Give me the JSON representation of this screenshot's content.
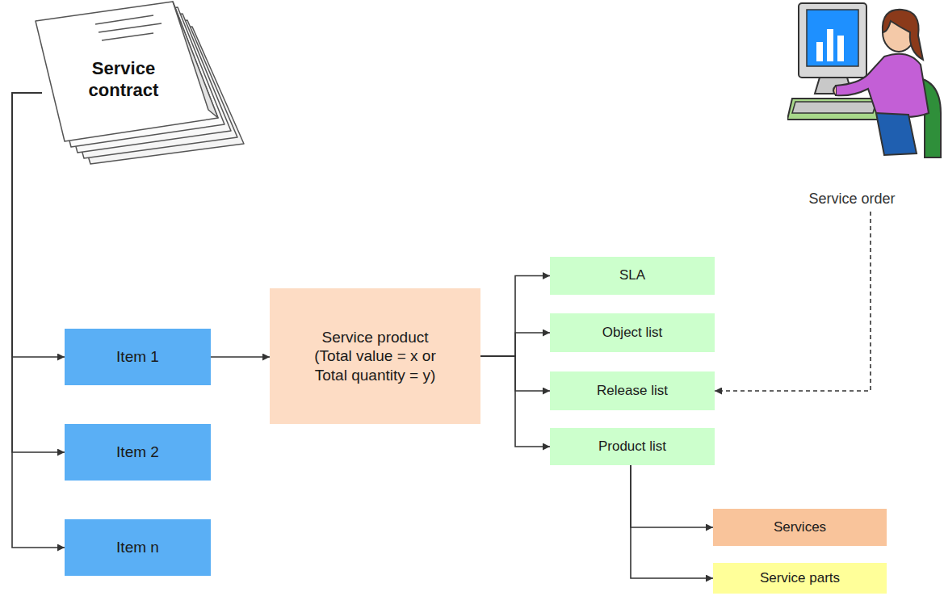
{
  "diagram": {
    "nodes": [
      {
        "text": [
          "Service contract"
        ]
      },
      {
        "text": [
          "Service order"
        ]
      },
      {
        "text": [
          "Item 1"
        ]
      },
      {
        "text": [
          "Item 2"
        ]
      },
      {
        "text": [
          "Item n"
        ]
      },
      {
        "text": [
          "Service product (Total value = x or Total quantity = y)"
        ]
      },
      {
        "text": [
          "SLA"
        ]
      },
      {
        "text": [
          "Object list"
        ]
      },
      {
        "text": [
          "Release list"
        ]
      },
      {
        "text": [
          "Product list"
        ]
      },
      {
        "text": [
          "Services"
        ]
      },
      {
        "text": [
          "Service parts"
        ]
      }
    ],
    "edges": [
      {
        "from": 0,
        "to": 2,
        "arrow": "to"
      },
      {
        "from": 0,
        "to": 3,
        "arrow": "to"
      },
      {
        "from": 0,
        "to": 4,
        "arrow": "to"
      },
      {
        "from": 2,
        "to": 5,
        "arrow": "to"
      },
      {
        "from": 5,
        "to": 6,
        "arrow": "to"
      },
      {
        "from": 5,
        "to": 7,
        "arrow": "to"
      },
      {
        "from": 5,
        "to": 8,
        "arrow": "to"
      },
      {
        "from": 5,
        "to": 9,
        "arrow": "to"
      },
      {
        "from": 9,
        "to": 10,
        "arrow": "to"
      },
      {
        "from": 9,
        "to": 11,
        "arrow": "to"
      },
      {
        "from": 1,
        "to": 8,
        "arrow": "to"
      }
    ]
  }
}
